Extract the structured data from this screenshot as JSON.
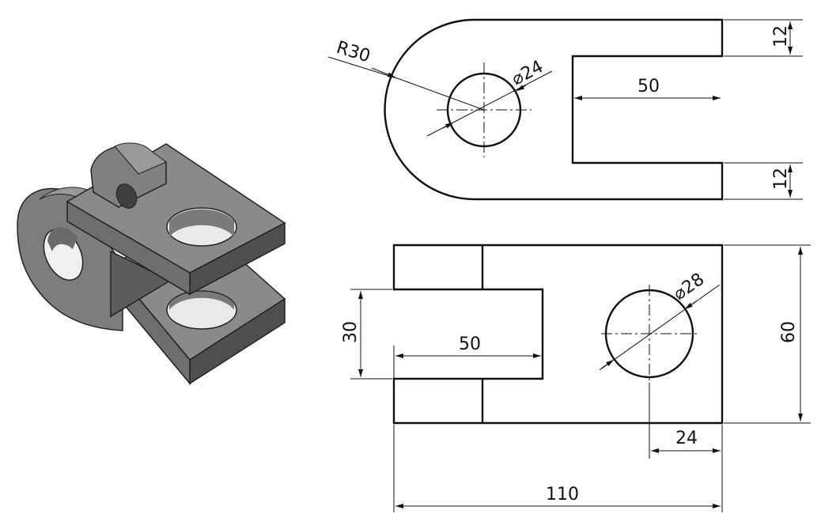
{
  "colors": {
    "line": "#111111",
    "body_light": "#8a8a8a",
    "body_mid": "#6e6e6e",
    "body_dark": "#4f4f4f",
    "background": "#ffffff"
  },
  "isometric_view": {
    "icon": "bracket-isometric-icon"
  },
  "top_view": {
    "dims": {
      "radius": "R30",
      "hole_dia": "⌀24",
      "slot_depth": "50",
      "top_flange": "12",
      "bottom_flange": "12"
    }
  },
  "front_view": {
    "dims": {
      "hole_dia": "⌀28",
      "slot_height": "30",
      "slot_depth": "50",
      "height": "60",
      "hole_offset": "24",
      "overall_length": "110"
    }
  }
}
